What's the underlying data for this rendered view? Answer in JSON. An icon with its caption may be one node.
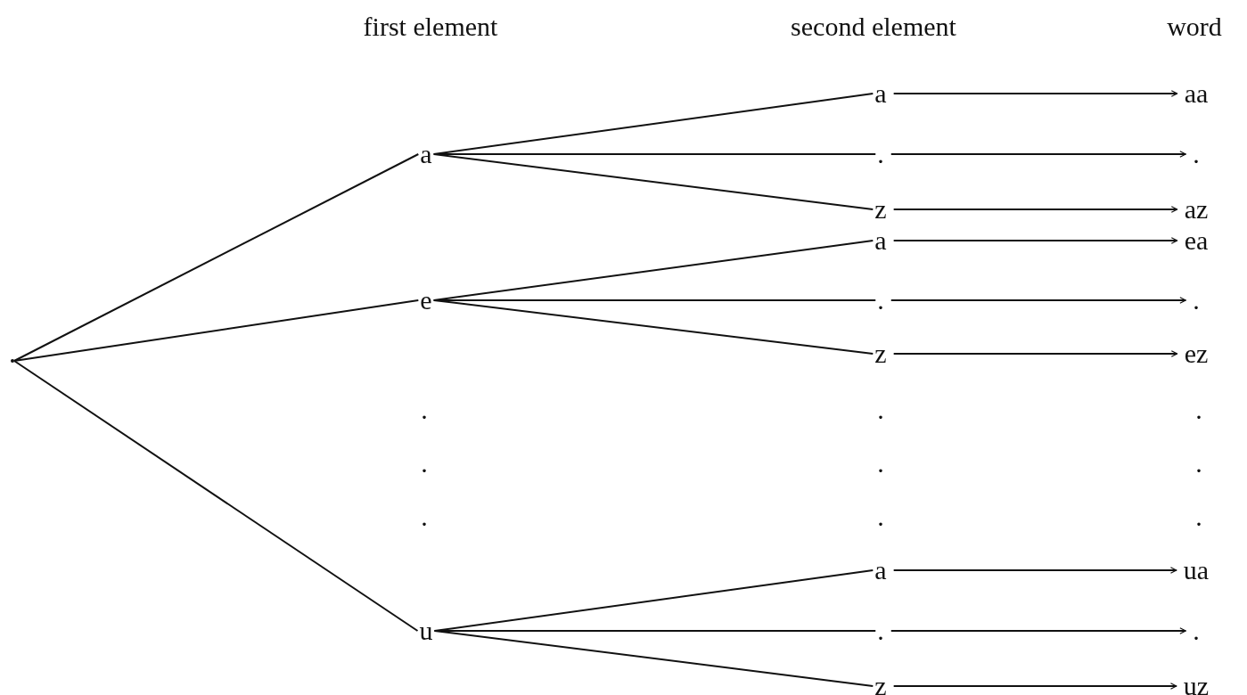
{
  "diagram": {
    "nodes": [
      {
        "text": [],
        "shape": "point"
      },
      {
        "text": [
          "a"
        ]
      },
      {
        "text": [
          "e"
        ]
      },
      {
        "text": [
          "u"
        ]
      },
      {
        "text": [
          "a"
        ]
      },
      {
        "text": [
          "."
        ]
      },
      {
        "text": [
          "z"
        ]
      },
      {
        "text": [
          "a"
        ]
      },
      {
        "text": [
          "."
        ]
      },
      {
        "text": [
          "z"
        ]
      },
      {
        "text": [
          "a"
        ]
      },
      {
        "text": [
          "."
        ]
      },
      {
        "text": [
          "z"
        ]
      },
      {
        "text": [
          "aa"
        ]
      },
      {
        "text": [
          "."
        ]
      },
      {
        "text": [
          "az"
        ]
      },
      {
        "text": [
          "ea"
        ]
      },
      {
        "text": [
          "."
        ]
      },
      {
        "text": [
          "ez"
        ]
      },
      {
        "text": [
          "ua"
        ]
      },
      {
        "text": [
          "."
        ]
      },
      {
        "text": [
          "uz"
        ]
      }
    ],
    "edges": [
      {
        "from": 0,
        "to": 1,
        "arrow": "none"
      },
      {
        "from": 0,
        "to": 2,
        "arrow": "none"
      },
      {
        "from": 0,
        "to": 3,
        "arrow": "none"
      },
      {
        "from": 1,
        "to": 4,
        "arrow": "none"
      },
      {
        "from": 1,
        "to": 5,
        "arrow": "none"
      },
      {
        "from": 1,
        "to": 6,
        "arrow": "none"
      },
      {
        "from": 2,
        "to": 7,
        "arrow": "none"
      },
      {
        "from": 2,
        "to": 8,
        "arrow": "none"
      },
      {
        "from": 2,
        "to": 9,
        "arrow": "none"
      },
      {
        "from": 3,
        "to": 10,
        "arrow": "none"
      },
      {
        "from": 3,
        "to": 11,
        "arrow": "none"
      },
      {
        "from": 3,
        "to": 12,
        "arrow": "none"
      },
      {
        "from": 4,
        "to": 13,
        "arrow": "to"
      },
      {
        "from": 5,
        "to": 14,
        "arrow": "to"
      },
      {
        "from": 6,
        "to": 15,
        "arrow": "to"
      },
      {
        "from": 7,
        "to": 16,
        "arrow": "to"
      },
      {
        "from": 8,
        "to": 17,
        "arrow": "to"
      },
      {
        "from": 9,
        "to": 18,
        "arrow": "to"
      },
      {
        "from": 10,
        "to": 19,
        "arrow": "to"
      },
      {
        "from": 11,
        "to": 20,
        "arrow": "to"
      },
      {
        "from": 12,
        "to": 21,
        "arrow": "to"
      }
    ],
    "labels": [
      "first element",
      "second element",
      "word",
      ".",
      ".",
      ".",
      ".",
      ".",
      ".",
      ".",
      ".",
      "."
    ]
  }
}
